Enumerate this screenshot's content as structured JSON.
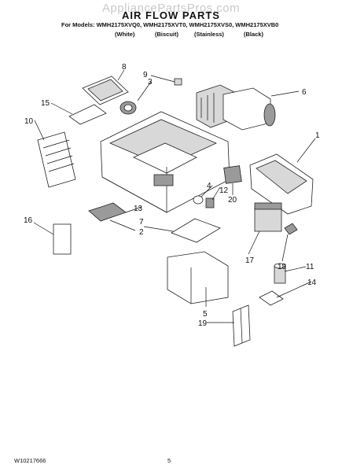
{
  "watermark": "AppliancePartsPros.com",
  "title": "AIR FLOW PARTS",
  "models_line": "For Models: WMH2175XVQ0, WMH2175XVT0, WMH2175XVS0, WMH2175XVB0",
  "model_colors": [
    "(White)",
    "(Biscuit)",
    "(Stainless)",
    "(Black)"
  ],
  "callouts": [
    "1",
    "2",
    "3",
    "4",
    "5",
    "6",
    "7",
    "8",
    "9",
    "10",
    "11",
    "12",
    "13",
    "14",
    "15",
    "16",
    "17",
    "18",
    "19",
    "20"
  ],
  "footer": {
    "doc_number": "W10217666",
    "page": "5"
  }
}
